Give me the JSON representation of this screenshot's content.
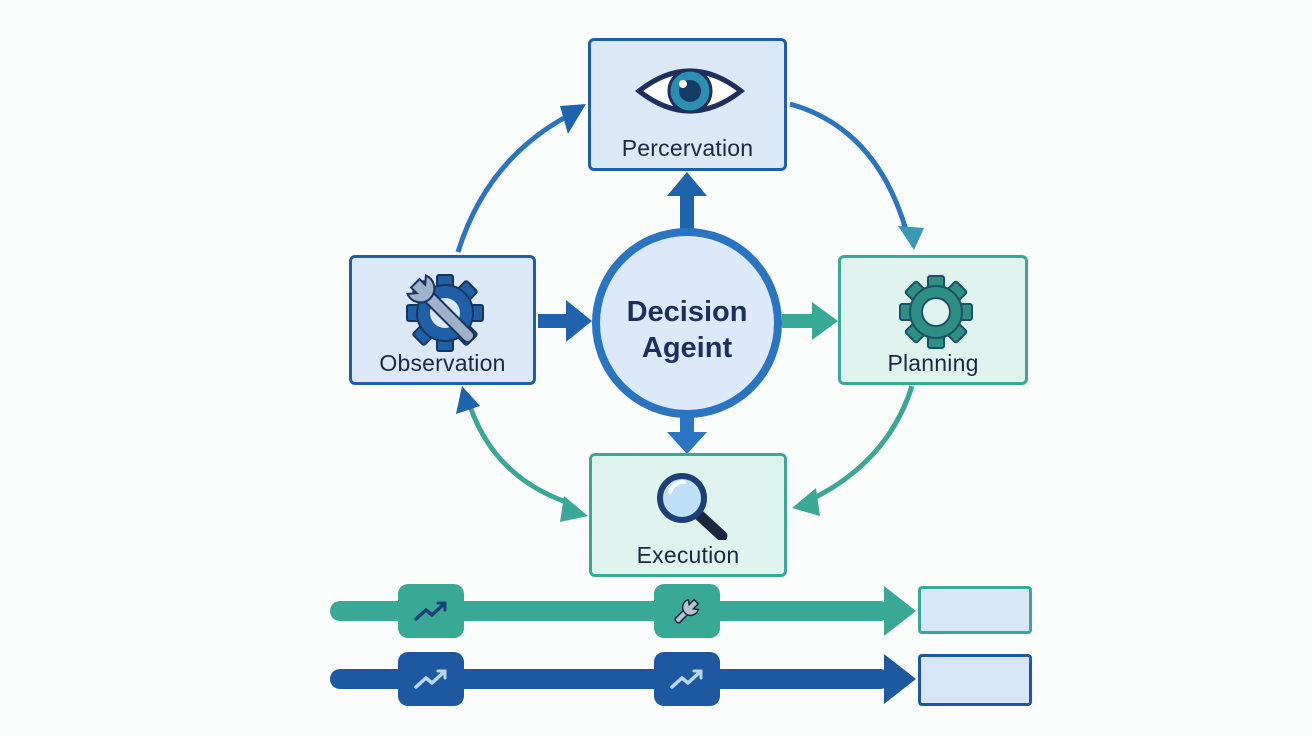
{
  "diagram": {
    "center": {
      "line1": "Decision",
      "line2": "Ageint"
    },
    "nodes": {
      "top": {
        "label": "Percervation",
        "icon": "eye-icon"
      },
      "left": {
        "label": "Observation",
        "icon": "gear-wrench-icon"
      },
      "right": {
        "label": "Planning",
        "icon": "gear-icon"
      },
      "bottom": {
        "label": "Execution",
        "icon": "magnifier-icon"
      }
    },
    "pipelines": [
      {
        "color": "teal",
        "icons": [
          "trend-icon",
          "wrench-icon"
        ]
      },
      {
        "color": "blue",
        "icons": [
          "trend-icon",
          "trend-icon"
        ]
      }
    ]
  },
  "colors": {
    "blue_dark": "#1f5fa6",
    "blue_mid": "#2a75c2",
    "teal": "#3aa897",
    "box_blue_fill": "#dbe8f8",
    "box_teal_fill": "#dff3ee"
  }
}
